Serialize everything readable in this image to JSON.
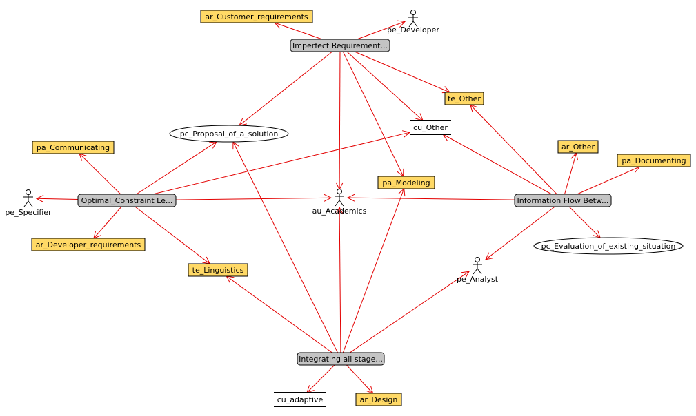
{
  "colors": {
    "edge": "#e30000",
    "artifact_fill": "#ffd966",
    "activity_fill": "#c4c4c4",
    "stroke": "#000000",
    "background": "#ffffff"
  },
  "nodes": [
    {
      "id": "imperfect",
      "kind": "activity",
      "label": "Imperfect Requirement..."
    },
    {
      "id": "optimal",
      "kind": "activity",
      "label": "Optimal_Constraint Le..."
    },
    {
      "id": "infoflow",
      "kind": "activity",
      "label": "Information Flow Betw..."
    },
    {
      "id": "integrating",
      "kind": "activity",
      "label": "Integrating all stage..."
    },
    {
      "id": "ar_customer",
      "kind": "artifact",
      "label": "ar_Customer_requirements"
    },
    {
      "id": "te_other",
      "kind": "artifact",
      "label": "te_Other"
    },
    {
      "id": "pa_communicating",
      "kind": "artifact",
      "label": "pa_Communicating"
    },
    {
      "id": "pa_modeling",
      "kind": "artifact",
      "label": "pa_Modeling"
    },
    {
      "id": "ar_other",
      "kind": "artifact",
      "label": "ar_Other"
    },
    {
      "id": "pa_documenting",
      "kind": "artifact",
      "label": "pa_Documenting"
    },
    {
      "id": "ar_devreq",
      "kind": "artifact",
      "label": "ar_Developer_requirements"
    },
    {
      "id": "te_linguistics",
      "kind": "artifact",
      "label": "te_Linguistics"
    },
    {
      "id": "ar_design",
      "kind": "artifact",
      "label": "ar_Design"
    },
    {
      "id": "pc_proposal",
      "kind": "ellipse",
      "label": "pc_Proposal_of_a_solution"
    },
    {
      "id": "pc_evaluation",
      "kind": "ellipse",
      "label": "pc_Evaluation_of_existing_situation"
    },
    {
      "id": "cu_other",
      "kind": "datastore",
      "label": "cu_Other"
    },
    {
      "id": "cu_adaptive",
      "kind": "datastore",
      "label": "cu_adaptive"
    },
    {
      "id": "pe_developer",
      "kind": "actor",
      "label": "pe_Developer"
    },
    {
      "id": "pe_specifier",
      "kind": "actor",
      "label": "pe_Specifier"
    },
    {
      "id": "au_academics",
      "kind": "actor",
      "label": "au_Academics"
    },
    {
      "id": "pe_analyst",
      "kind": "actor",
      "label": "pe_Analyst"
    }
  ],
  "edges": [
    {
      "from": "imperfect",
      "to": "ar_customer"
    },
    {
      "from": "imperfect",
      "to": "pe_developer"
    },
    {
      "from": "imperfect",
      "to": "pc_proposal"
    },
    {
      "from": "imperfect",
      "to": "te_other"
    },
    {
      "from": "imperfect",
      "to": "cu_other"
    },
    {
      "from": "imperfect",
      "to": "pa_modeling"
    },
    {
      "from": "imperfect",
      "to": "au_academics"
    },
    {
      "from": "optimal",
      "to": "pa_communicating"
    },
    {
      "from": "optimal",
      "to": "pe_specifier"
    },
    {
      "from": "optimal",
      "to": "ar_devreq"
    },
    {
      "from": "optimal",
      "to": "te_linguistics"
    },
    {
      "from": "optimal",
      "to": "pc_proposal"
    },
    {
      "from": "optimal",
      "to": "cu_other"
    },
    {
      "from": "optimal",
      "to": "au_academics"
    },
    {
      "from": "infoflow",
      "to": "te_other"
    },
    {
      "from": "infoflow",
      "to": "cu_other"
    },
    {
      "from": "infoflow",
      "to": "ar_other"
    },
    {
      "from": "infoflow",
      "to": "pa_documenting"
    },
    {
      "from": "infoflow",
      "to": "pc_evaluation"
    },
    {
      "from": "infoflow",
      "to": "pe_analyst"
    },
    {
      "from": "infoflow",
      "to": "au_academics"
    },
    {
      "from": "integrating",
      "to": "te_linguistics"
    },
    {
      "from": "integrating",
      "to": "pc_proposal"
    },
    {
      "from": "integrating",
      "to": "pa_modeling"
    },
    {
      "from": "integrating",
      "to": "pe_analyst"
    },
    {
      "from": "integrating",
      "to": "cu_adaptive"
    },
    {
      "from": "integrating",
      "to": "ar_design"
    },
    {
      "from": "integrating",
      "to": "au_academics"
    }
  ]
}
